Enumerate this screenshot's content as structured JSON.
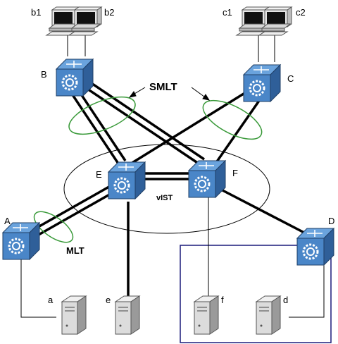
{
  "labels": {
    "switch_a": "A",
    "switch_b": "B",
    "switch_c": "C",
    "switch_d": "D",
    "switch_e": "E",
    "switch_f": "F",
    "pc_b1": "b1",
    "pc_b2": "b2",
    "pc_c1": "c1",
    "pc_c2": "c2",
    "server_a": "a",
    "server_e": "e",
    "server_f": "f",
    "server_d": "d",
    "smlt": "SMLT",
    "mlt": "MLT",
    "vist": "vIST"
  },
  "colors": {
    "switch_face": "#4a86c8",
    "switch_side": "#2f5f99",
    "link": "#000000",
    "lag_ring": "#3a9a3a",
    "highlight_box": "#1a1a7a"
  },
  "icons": {
    "switch": "router-switch-icon",
    "workstation": "desktop-computer-icon",
    "server": "server-tower-icon"
  }
}
